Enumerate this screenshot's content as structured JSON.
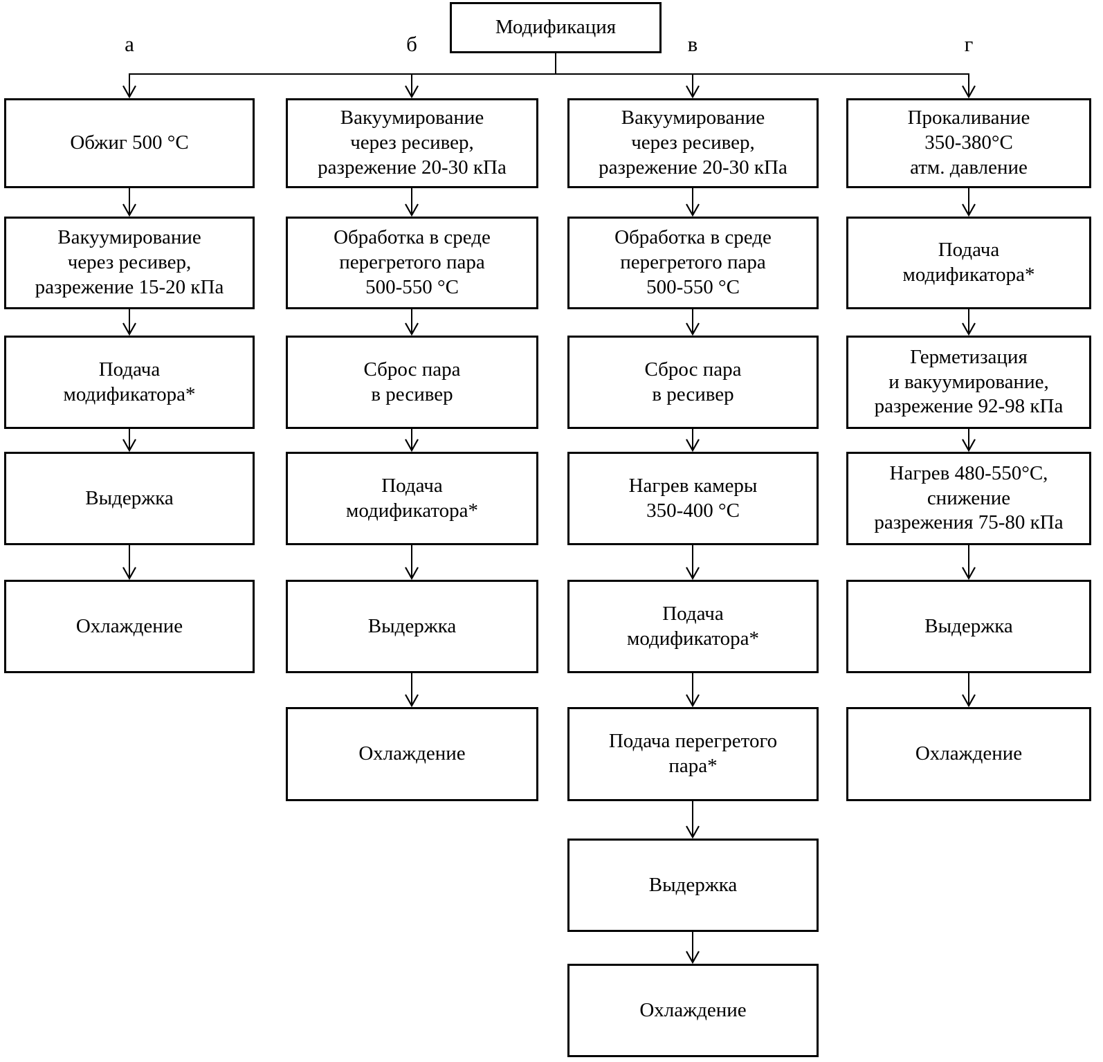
{
  "diagram": {
    "title": "Модификация",
    "colors": {
      "ink": "#000000",
      "background": "#ffffff"
    },
    "branches": [
      {
        "label": "а",
        "steps": [
          "Обжиг 500 °C",
          "Вакуумирование\nчерез ресивер,\nразрежение 15-20 кПа",
          "Подача\nмодификатора*",
          "Выдержка",
          "Охлаждение"
        ]
      },
      {
        "label": "б",
        "steps": [
          "Вакуумирование\nчерез ресивер,\nразрежение 20-30 кПа",
          "Обработка в среде\nперегретого пара\n500-550 °C",
          "Сброс пара\nв ресивер",
          "Подача\nмодификатора*",
          "Выдержка",
          "Охлаждение"
        ]
      },
      {
        "label": "в",
        "steps": [
          "Вакуумирование\nчерез ресивер,\nразрежение 20-30 кПа",
          "Обработка в среде\nперегретого пара\n500-550 °C",
          "Сброс пара\nв ресивер",
          "Нагрев камеры\n350-400 °C",
          "Подача\nмодификатора*",
          "Подача перегретого\nпара*",
          "Выдержка",
          "Охлаждение"
        ]
      },
      {
        "label": "г",
        "steps": [
          "Прокаливание\n350-380°C\nатм. давление",
          "Подача\nмодификатора*",
          "Герметизация\nи вакуумирование,\nразрежение 92-98 кПа",
          "Нагрев 480-550°C,\nснижение\nразрежения 75-80 кПа",
          "Выдержка",
          "Охлаждение"
        ]
      }
    ]
  }
}
